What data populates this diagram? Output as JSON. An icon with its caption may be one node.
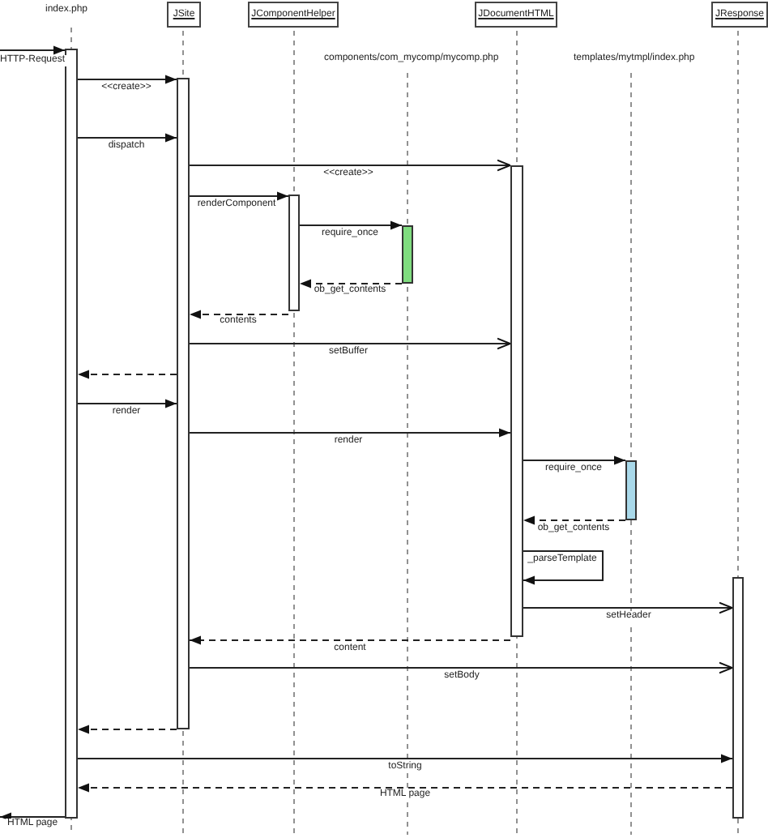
{
  "diagram": {
    "nodes": [
      {
        "text": [
          "index.php"
        ]
      },
      {
        "text": [
          "JSite"
        ]
      },
      {
        "text": [
          "JComponentHelper"
        ]
      },
      {
        "text": [
          "components/com_mycomp/mycomp.php"
        ]
      },
      {
        "text": [
          "JDocumentHTML"
        ]
      },
      {
        "text": [
          "templates/mytmpl/index.php"
        ]
      },
      {
        "text": [
          "JResponse"
        ]
      },
      {
        "text": [],
        "shape": "bar"
      },
      {
        "text": [],
        "shape": "bar"
      },
      {
        "text": [],
        "shape": "bar"
      },
      {
        "text": [],
        "shape": "bar"
      },
      {
        "text": [],
        "shape": "bar"
      },
      {
        "text": [],
        "shape": "bar"
      },
      {
        "text": [],
        "shape": "bar"
      }
    ],
    "edges": [
      {
        "from": null,
        "to": 7,
        "arrow": "to",
        "label": "HTTP-Request"
      },
      {
        "from": 7,
        "to": 8,
        "arrow": "to",
        "label": "<<create>>"
      },
      {
        "from": 7,
        "to": 8,
        "arrow": "to",
        "label": "dispatch"
      },
      {
        "from": 8,
        "to": 11,
        "arrow": "to",
        "label": "<<create>>"
      },
      {
        "from": 8,
        "to": 9,
        "arrow": "to",
        "label": "renderComponent"
      },
      {
        "from": 9,
        "to": 10,
        "arrow": "to",
        "label": "require_once"
      },
      {
        "from": 10,
        "to": 9,
        "arrow": "to",
        "label": "ob_get_contents",
        "style": "dashed"
      },
      {
        "from": 9,
        "to": 8,
        "arrow": "to",
        "label": "contents",
        "style": "dashed"
      },
      {
        "from": 8,
        "to": 11,
        "arrow": "to",
        "label": "setBuffer"
      },
      {
        "from": 8,
        "to": 7,
        "arrow": "to",
        "style": "dashed"
      },
      {
        "from": 7,
        "to": 8,
        "arrow": "to",
        "label": "render"
      },
      {
        "from": 8,
        "to": 11,
        "arrow": "to",
        "label": "render"
      },
      {
        "from": 11,
        "to": 12,
        "arrow": "to",
        "label": "require_once"
      },
      {
        "from": 12,
        "to": 11,
        "arrow": "to",
        "label": "ob_get_contents",
        "style": "dashed"
      },
      {
        "from": 11,
        "to": 11,
        "arrow": "to",
        "label": "_parseTemplate"
      },
      {
        "from": 11,
        "to": 13,
        "arrow": "to",
        "label": "setHeader"
      },
      {
        "from": 11,
        "to": 8,
        "arrow": "to",
        "label": "content",
        "style": "dashed"
      },
      {
        "from": 8,
        "to": 13,
        "arrow": "to",
        "label": "setBody"
      },
      {
        "from": 8,
        "to": 7,
        "arrow": "to",
        "style": "dashed"
      },
      {
        "from": 7,
        "to": 13,
        "arrow": "to",
        "label": "toString"
      },
      {
        "from": 13,
        "to": 7,
        "arrow": "to",
        "label": "HTML page",
        "style": "dashed"
      },
      {
        "from": 7,
        "to": null,
        "arrow": "to",
        "label": "HTML page"
      }
    ]
  }
}
